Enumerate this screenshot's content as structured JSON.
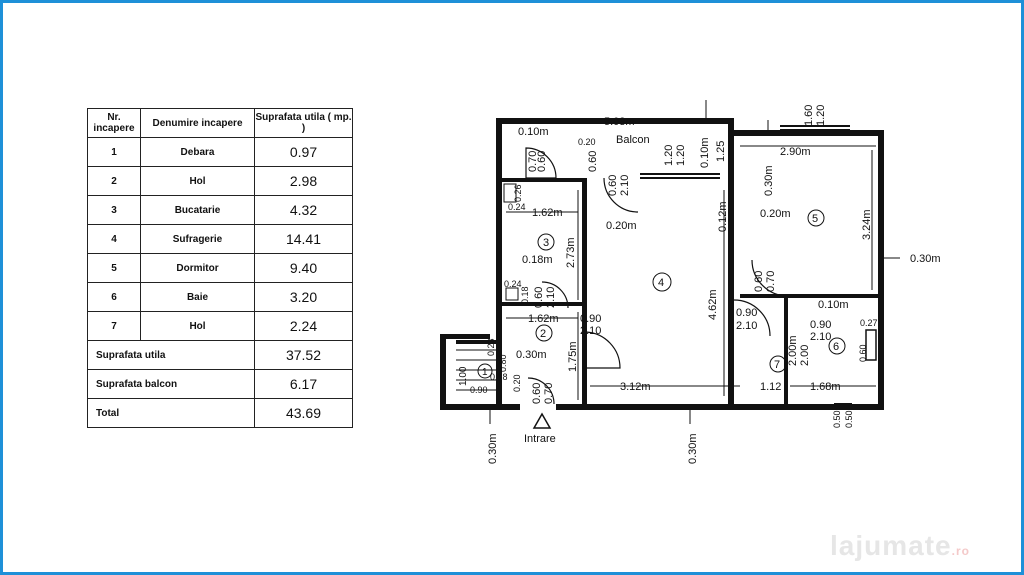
{
  "table": {
    "headers": [
      "Nr. incapere",
      "Denumire incapere",
      "Suprafata utila ( mp. )"
    ],
    "rows": [
      {
        "nr": "1",
        "name": "Debara",
        "area": "0.97"
      },
      {
        "nr": "2",
        "name": "Hol",
        "area": "2.98"
      },
      {
        "nr": "3",
        "name": "Bucatarie",
        "area": "4.32"
      },
      {
        "nr": "4",
        "name": "Sufragerie",
        "area": "14.41"
      },
      {
        "nr": "5",
        "name": "Dormitor",
        "area": "9.40"
      },
      {
        "nr": "6",
        "name": "Baie",
        "area": "3.20"
      },
      {
        "nr": "7",
        "name": "Hol",
        "area": "2.24"
      }
    ],
    "summary": [
      {
        "label": "Suprafata utila",
        "value": "37.52"
      },
      {
        "label": "Suprafata balcon",
        "value": "6.17"
      },
      {
        "label": "Total",
        "value": "43.69"
      }
    ]
  },
  "plan": {
    "labels": {
      "balcon": "Balcon",
      "intrare": "Intrare",
      "d503": "5.03m",
      "d010a": "0.10m",
      "d020": "0.20",
      "d060a": "0.60",
      "d070a": "0.70",
      "d060b": "0.60",
      "d120a": "1.20",
      "d120b": "1.20",
      "d010b": "0.10m",
      "d125": "1.25",
      "d160": "1.60",
      "d120c": "1.20",
      "d290": "2.90m",
      "d030a": "0.30m",
      "d210a": "2.10",
      "d060c": "0.60",
      "d026": "0.26",
      "d024a": "0.24",
      "d162a": "1.62m",
      "d273": "2.73m",
      "d020b": "0.20m",
      "d012": "0.12m",
      "d020c": "0.20m",
      "d324": "3.24m",
      "d030b": "0.30m",
      "d018a": "0.18m",
      "d462": "4.62m",
      "d024b": "0.24",
      "d060d": "0.60",
      "d210b": "2.10",
      "d018b": "0.18",
      "d162b": "1.62m",
      "d090a": "0.90",
      "d210c": "2.10",
      "d060e": "0.60",
      "d070b": "0.70",
      "d010c": "0.10m",
      "d090b": "0.90",
      "d210d": "2.10",
      "d027": "0.27",
      "d060f": "0.60",
      "d200a": "2.00m",
      "d200b": "2.00",
      "d090c": "0.90",
      "d210e": "2.10",
      "d175": "1.75m",
      "d023": "0.23",
      "d030c": "0.30m",
      "d080": "0.80",
      "d018c": "0.18",
      "d100": "1.00",
      "d090d": "0.90",
      "d020d": "0.20",
      "d060g": "0.60",
      "d070c": "0.70",
      "d312": "3.12m",
      "d112": "1.12",
      "d168": "1.68m",
      "d050a": "0.50",
      "d050b": "0.50",
      "d030d": "0.30m",
      "d030e": "0.30m",
      "r1": "1",
      "r2": "2",
      "r3": "3",
      "r4": "4",
      "r5": "5",
      "r6": "6",
      "r7": "7"
    }
  },
  "watermark": {
    "text": "lajumate",
    "suffix": ".ro"
  }
}
